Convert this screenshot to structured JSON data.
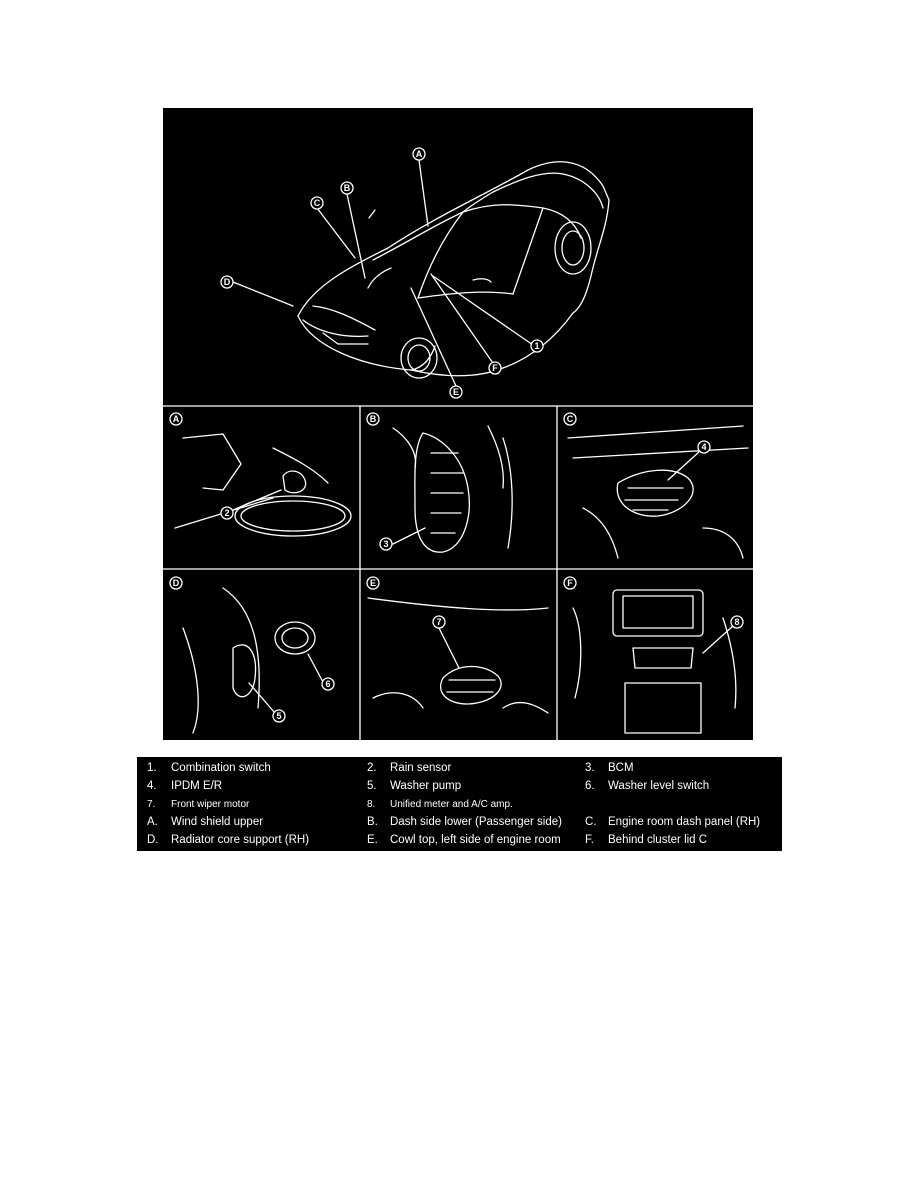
{
  "figure": {
    "main_callouts": {
      "A": "A",
      "B": "B",
      "C": "C",
      "D": "D",
      "E": "E",
      "F": "F",
      "one": "1"
    },
    "panels": [
      {
        "letter": "A",
        "number": "2"
      },
      {
        "letter": "B",
        "number": "3"
      },
      {
        "letter": "C",
        "number": "4"
      },
      {
        "letter": "D",
        "numbers": [
          "5",
          "6"
        ]
      },
      {
        "letter": "E",
        "number": "7"
      },
      {
        "letter": "F",
        "number": "8"
      }
    ]
  },
  "legend": {
    "rows": [
      [
        {
          "k": "1.",
          "v": "Combination switch"
        },
        {
          "k": "2.",
          "v": "Rain sensor"
        },
        {
          "k": "3.",
          "v": "BCM"
        }
      ],
      [
        {
          "k": "4.",
          "v": "IPDM E/R"
        },
        {
          "k": "5.",
          "v": "Washer pump"
        },
        {
          "k": "6.",
          "v": "Washer level switch"
        }
      ],
      [
        {
          "k": "7.",
          "v": "Front wiper motor"
        },
        {
          "k": "8.",
          "v": "Unified meter and A/C amp."
        },
        {
          "k": "",
          "v": ""
        }
      ],
      [
        {
          "k": "A.",
          "v": "Wind shield upper"
        },
        {
          "k": "B.",
          "v": "Dash side lower (Passenger side)"
        },
        {
          "k": "C.",
          "v": "Engine room dash panel (RH)"
        }
      ],
      [
        {
          "k": "D.",
          "v": "Radiator core support (RH)"
        },
        {
          "k": "E.",
          "v": "Cowl top, left side of engine room"
        },
        {
          "k": "F.",
          "v": "Behind cluster lid C"
        }
      ]
    ]
  }
}
